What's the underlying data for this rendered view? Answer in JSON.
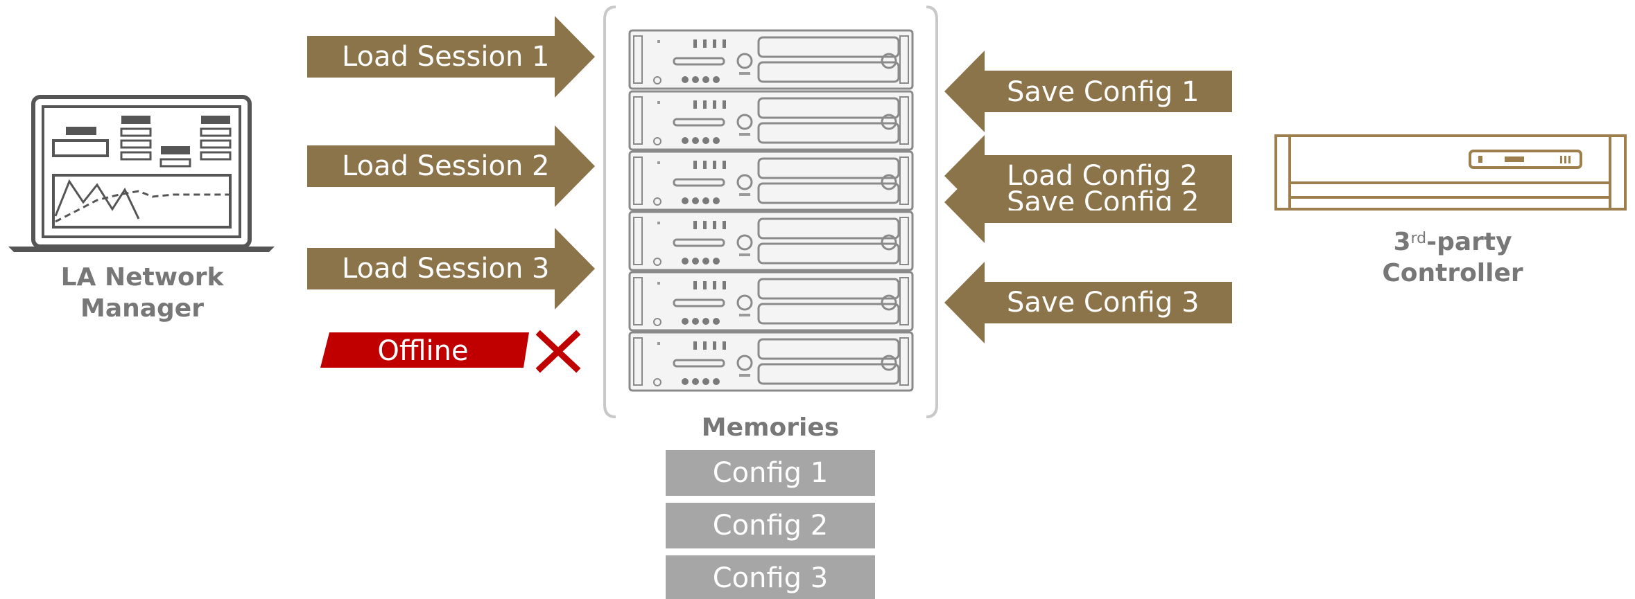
{
  "colors": {
    "arrow": "#8b744a",
    "offline": "#c00000",
    "memory_box": "#a6a6a6",
    "label_gray": "#777777",
    "icon_gray": "#555555",
    "controller": "#9c7f4c"
  },
  "manager": {
    "label_line1": "LA Network",
    "label_line2": "Manager",
    "icon": "laptop-icon"
  },
  "controller": {
    "label_prefix": "3",
    "label_sup": "rd",
    "label_suffix": "-party",
    "label_line2": "Controller",
    "icon": "rack-controller-icon"
  },
  "load_sessions": [
    {
      "label": "Load Session 1"
    },
    {
      "label": "Load Session 2"
    },
    {
      "label": "Load Session 3"
    }
  ],
  "config_arrows": [
    {
      "label": "Save Config 1"
    },
    {
      "label": "Load Config 2"
    },
    {
      "label": "Save Config 2"
    },
    {
      "label": "Save Config 3"
    }
  ],
  "offline": {
    "label": "Offline",
    "icon": "x-icon"
  },
  "memories": {
    "title": "Memories",
    "items": [
      "Config 1",
      "Config 2",
      "Config 3"
    ],
    "icon": "amplifier-rack-icon"
  }
}
